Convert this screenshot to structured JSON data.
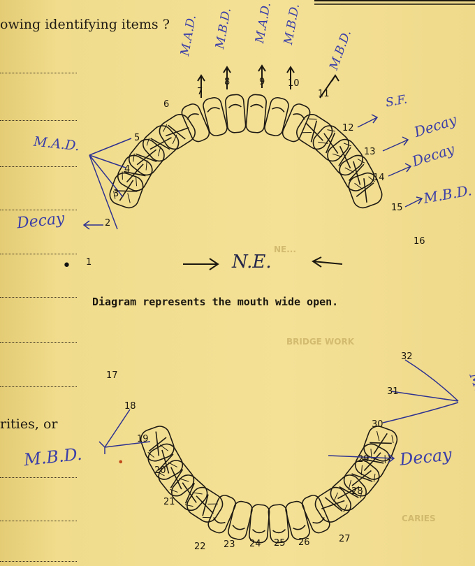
{
  "page": {
    "top_fragment": "owing identifying items ?",
    "right_fragment": "rities,  or",
    "faint_header": "",
    "faint_mid_1": "NE...",
    "faint_mid_2": "BRIDGE WORK",
    "faint_mid_3": "CARIES",
    "caption": "Diagram represents the mouth wide open."
  },
  "upper_teeth_numbers": [
    "1",
    "2",
    "3",
    "4",
    "5",
    "6",
    "7",
    "8",
    "9",
    "10",
    "11",
    "12",
    "13",
    "14",
    "15",
    "16"
  ],
  "lower_teeth_numbers": [
    "17",
    "18",
    "19",
    "20",
    "21",
    "22",
    "23",
    "24",
    "25",
    "26",
    "27",
    "28",
    "29",
    "30",
    "31",
    "32"
  ],
  "annotations": {
    "tooth7": "M.A.D.",
    "tooth8": "M.B.D.",
    "tooth9": "M.A.D.",
    "tooth10": "M.B.D.",
    "tooth11": "M.B.D.",
    "tooth12": "S.F.",
    "tooth13": "Decay",
    "tooth14": "Decay",
    "tooth15": "M.B.D.",
    "upper_left": "M.A.D.",
    "tooth2": "Decay",
    "center": "N.E.",
    "lower_left": "M.B.D.",
    "tooth29": "Decay",
    "lower_right": "M.B.D."
  }
}
